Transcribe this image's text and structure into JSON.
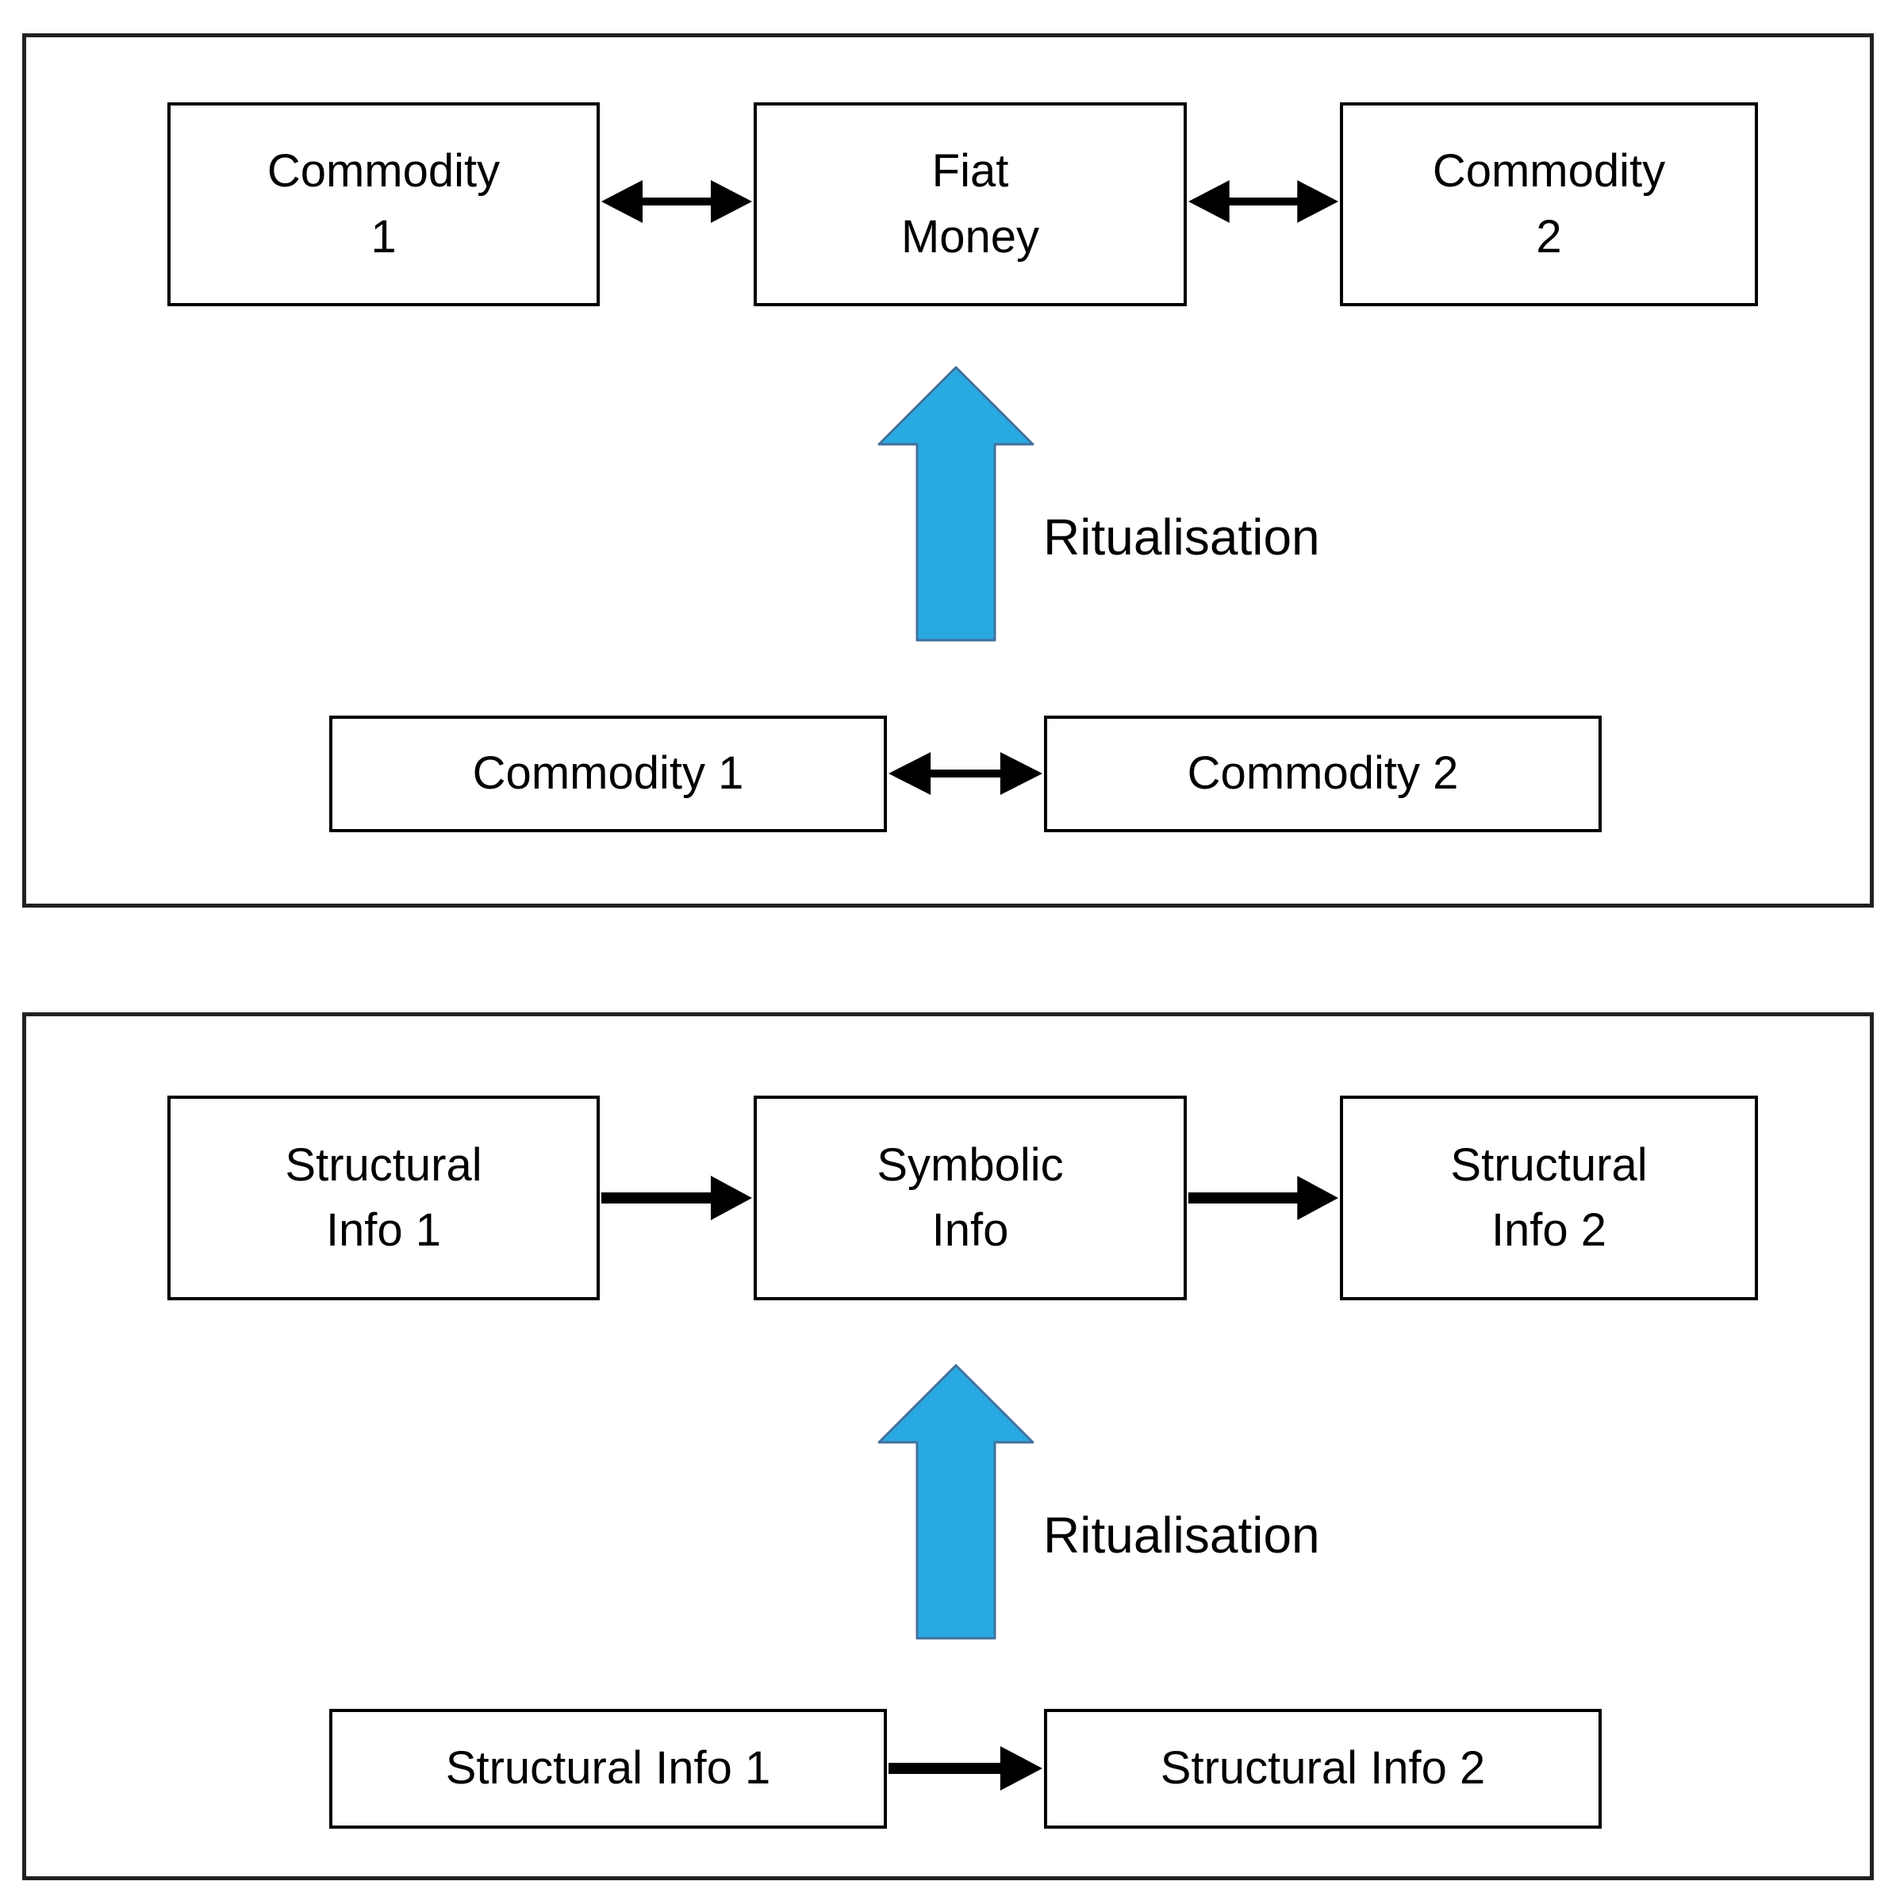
{
  "colors": {
    "background": "#ffffff",
    "line": "#000000",
    "panel_border": "#212121",
    "text": "#000000",
    "ritual_arrow_fill": "#29A9E1",
    "ritual_arrow_stroke": "#41719C"
  },
  "icons": {
    "double_headed_arrow": "↔",
    "right_arrow": "→",
    "up_block_arrow": "⬆"
  },
  "panels": {
    "money": {
      "top_boxes": {
        "left": {
          "line1": "Commodity",
          "line2": "1"
        },
        "center": {
          "line1": "Fiat",
          "line2": "Money"
        },
        "right": {
          "line1": "Commodity",
          "line2": "2"
        }
      },
      "connector_type": "double",
      "ritual_label": "Ritualisation",
      "bottom_boxes": {
        "left": {
          "line1": "Commodity 1"
        },
        "right": {
          "line1": "Commodity 2"
        }
      }
    },
    "info": {
      "top_boxes": {
        "left": {
          "line1": "Structural",
          "line2": "Info 1"
        },
        "center": {
          "line1": "Symbolic",
          "line2": "Info"
        },
        "right": {
          "line1": "Structural",
          "line2": "Info 2"
        }
      },
      "connector_type": "single",
      "ritual_label": "Ritualisation",
      "bottom_boxes": {
        "left": {
          "line1": "Structural Info 1"
        },
        "right": {
          "line1": "Structural Info 2"
        }
      }
    }
  }
}
